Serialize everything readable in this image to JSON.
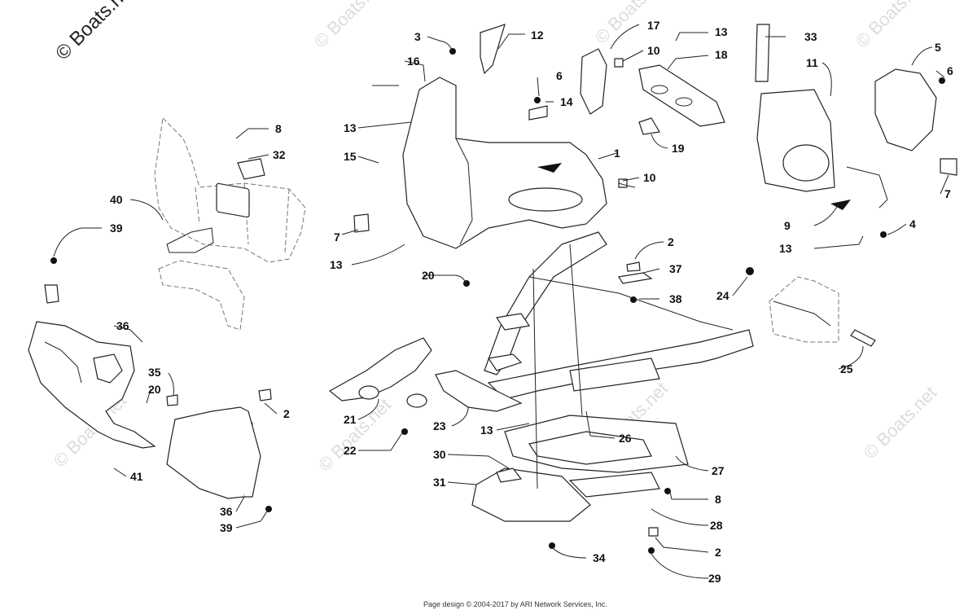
{
  "copyright_mark": "© Boats.net",
  "watermark_text": "© Boats.net",
  "footer_text": "Page design © 2004-2017 by ARI Network Services, Inc.",
  "callouts": [
    "1",
    "2",
    "2",
    "2",
    "2",
    "3",
    "4",
    "5",
    "6",
    "6",
    "7",
    "7",
    "8",
    "8",
    "9",
    "10",
    "10",
    "11",
    "12",
    "13",
    "13",
    "13",
    "13",
    "13",
    "13",
    "14",
    "15",
    "16",
    "17",
    "18",
    "19",
    "20",
    "20",
    "21",
    "22",
    "23",
    "24",
    "25",
    "26",
    "27",
    "28",
    "29",
    "30",
    "31",
    "32",
    "33",
    "34",
    "35",
    "36",
    "36",
    "37",
    "38",
    "39",
    "39",
    "40",
    "41"
  ]
}
